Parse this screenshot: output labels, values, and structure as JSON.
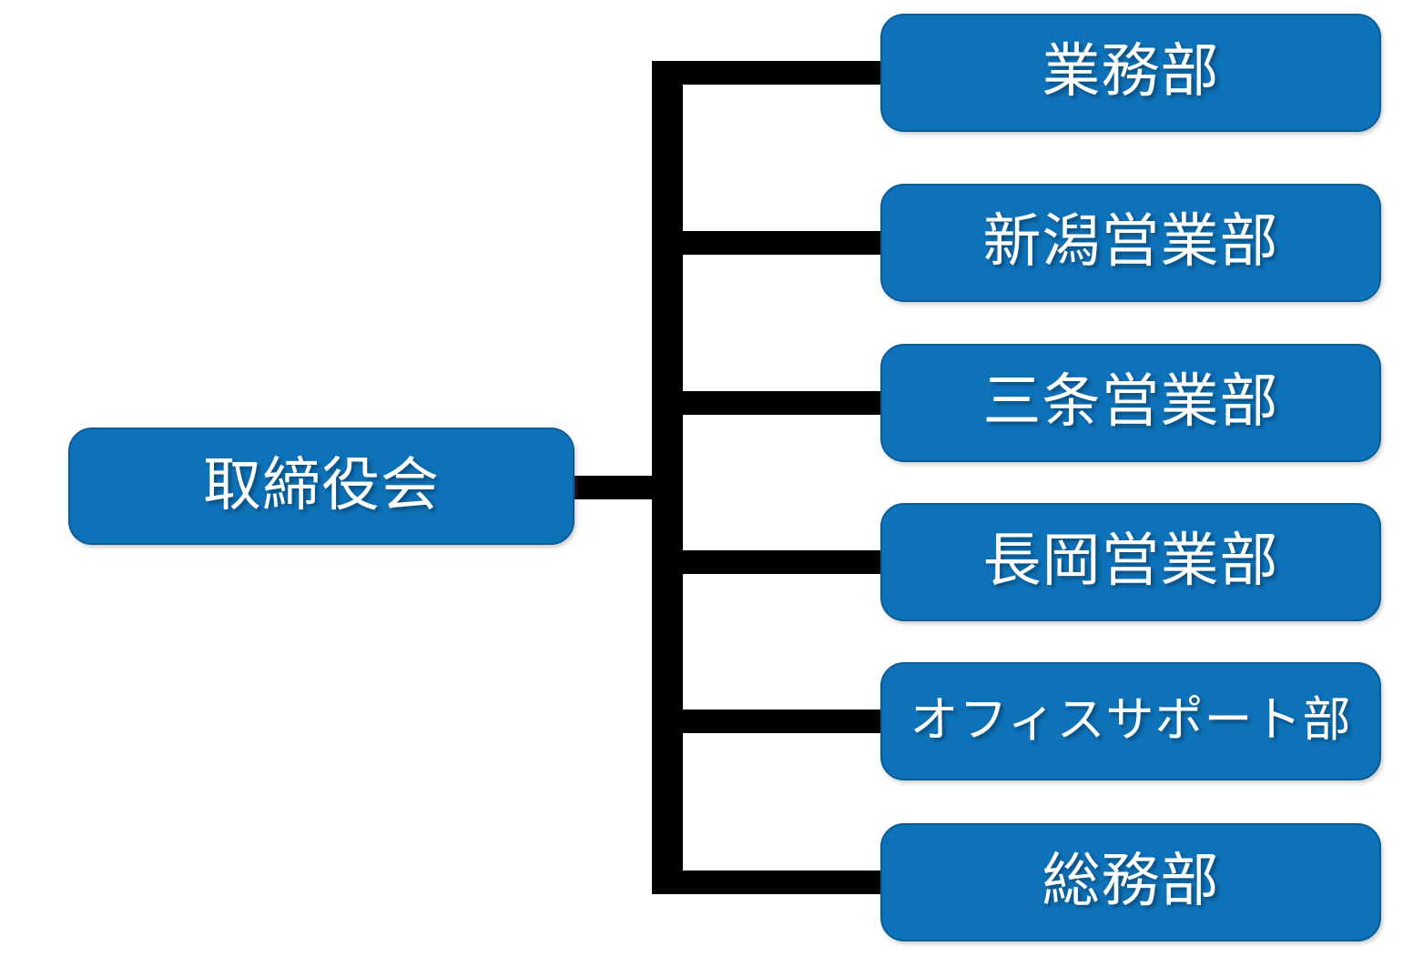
{
  "diagram": {
    "type": "org-chart",
    "root": {
      "label": "取締役会"
    },
    "children": [
      {
        "label": "業務部"
      },
      {
        "label": "新潟営業部"
      },
      {
        "label": "三条営業部"
      },
      {
        "label": "長岡営業部"
      },
      {
        "label": "オフィスサポート部"
      },
      {
        "label": "総務部"
      }
    ],
    "colors": {
      "node_fill": "#0e72b9",
      "node_border": "#0a5c97",
      "node_text": "#ffffff",
      "connector": "#000000",
      "background": "#ffffff"
    }
  }
}
